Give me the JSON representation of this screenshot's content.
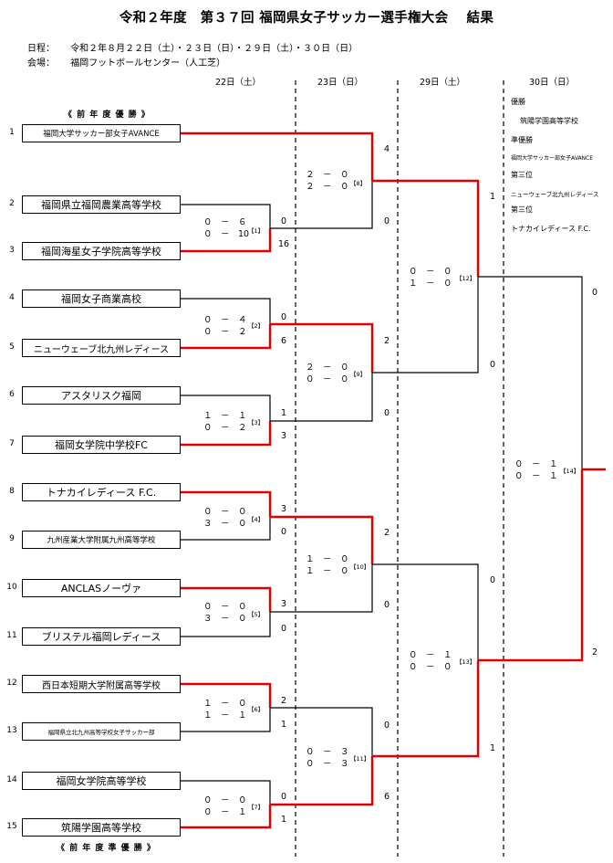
{
  "title": "令和２年度　第３７回 福岡県女子サッカー選手権大会　 結果",
  "info": {
    "dates_label": "日程：",
    "dates": "令和２年８月２２日（土）・２３日（日）・２９日（土）・３０日（日）",
    "venue_label": "会場：",
    "venue": "福岡フットボールセンター（人工芝）"
  },
  "days": [
    "22日（土）",
    "23日（日）",
    "29日（土）",
    "30日（日）"
  ],
  "notes": {
    "top": "《 前 年 度 優 勝 》",
    "bottom": "《 前 年 度 準 優 勝 》"
  },
  "teams": [
    {
      "seed": "1",
      "name": "福岡大学サッカー部女子AVANCE"
    },
    {
      "seed": "2",
      "name": "福岡県立福岡農業高等学校"
    },
    {
      "seed": "3",
      "name": "福岡海星女子学院高等学校"
    },
    {
      "seed": "4",
      "name": "福岡女子商業高校"
    },
    {
      "seed": "5",
      "name": "ニューウェーブ北九州レディース"
    },
    {
      "seed": "6",
      "name": "アスタリスク福岡"
    },
    {
      "seed": "7",
      "name": "福岡女学院中学校FC"
    },
    {
      "seed": "8",
      "name": "トナカイレディース F.C."
    },
    {
      "seed": "9",
      "name": "九州産業大学附属九州高等学校"
    },
    {
      "seed": "10",
      "name": "ANCLASノーヴァ"
    },
    {
      "seed": "11",
      "name": "ブリステル福岡レディース"
    },
    {
      "seed": "12",
      "name": "西日本短期大学附属高等学校"
    },
    {
      "seed": "13",
      "name": "福岡県立北九州高等学校女子サッカー部"
    },
    {
      "seed": "14",
      "name": "福岡女学院高等学校"
    },
    {
      "seed": "15",
      "name": "筑陽学園高等学校"
    }
  ],
  "matches": [
    {
      "num": "【1】",
      "scores": "０　－　６\n０　－　10",
      "a": "0",
      "b": "16"
    },
    {
      "num": "【2】",
      "scores": "０　－　４\n０　－　２",
      "a": "0",
      "b": "6"
    },
    {
      "num": "【3】",
      "scores": "１　－　１\n０　－　２",
      "a": "1",
      "b": "3"
    },
    {
      "num": "【4】",
      "scores": "０　－　０\n３　－　０",
      "a": "3",
      "b": "0"
    },
    {
      "num": "【5】",
      "scores": "０　－　０\n３　－　０",
      "a": "3",
      "b": "0"
    },
    {
      "num": "【6】",
      "scores": "１　－　０\n１　－　１",
      "a": "2",
      "b": "1"
    },
    {
      "num": "【7】",
      "scores": "０　－　０\n０　－　１",
      "a": "0",
      "b": "1"
    },
    {
      "num": "【8】",
      "scores": "２　－　０\n２　－　０",
      "a": "4",
      "b": "0"
    },
    {
      "num": "【9】",
      "scores": "２　－　０\n０　－　０",
      "a": "2",
      "b": "0"
    },
    {
      "num": "【10】",
      "scores": "１　－　０\n１　－　０",
      "a": "2",
      "b": "0"
    },
    {
      "num": "【11】",
      "scores": "０　－　３\n０　－　３",
      "a": "0",
      "b": "6"
    },
    {
      "num": "【12】",
      "scores": "０　－　０\n１　－　０",
      "a": "1",
      "b": "0"
    },
    {
      "num": "【13】",
      "scores": "０　－　１\n０　－　０",
      "a": "0",
      "b": "1"
    },
    {
      "num": "【14】",
      "scores": "０　－　１\n０　－　１",
      "a": "0",
      "b": "2"
    }
  ],
  "results": [
    {
      "label": "優勝",
      "name": "筑陽学園高等学校"
    },
    {
      "label": "準優勝",
      "name": "福岡大学サッカー部女子AVANCE"
    },
    {
      "label": "第三位",
      "name": "ニューウェーブ北九州レディース"
    },
    {
      "label": "第三位",
      "name": "トナカイレディース F.C."
    }
  ],
  "colors": {
    "winner_line": "#e00000",
    "loser_line": "#000000"
  }
}
